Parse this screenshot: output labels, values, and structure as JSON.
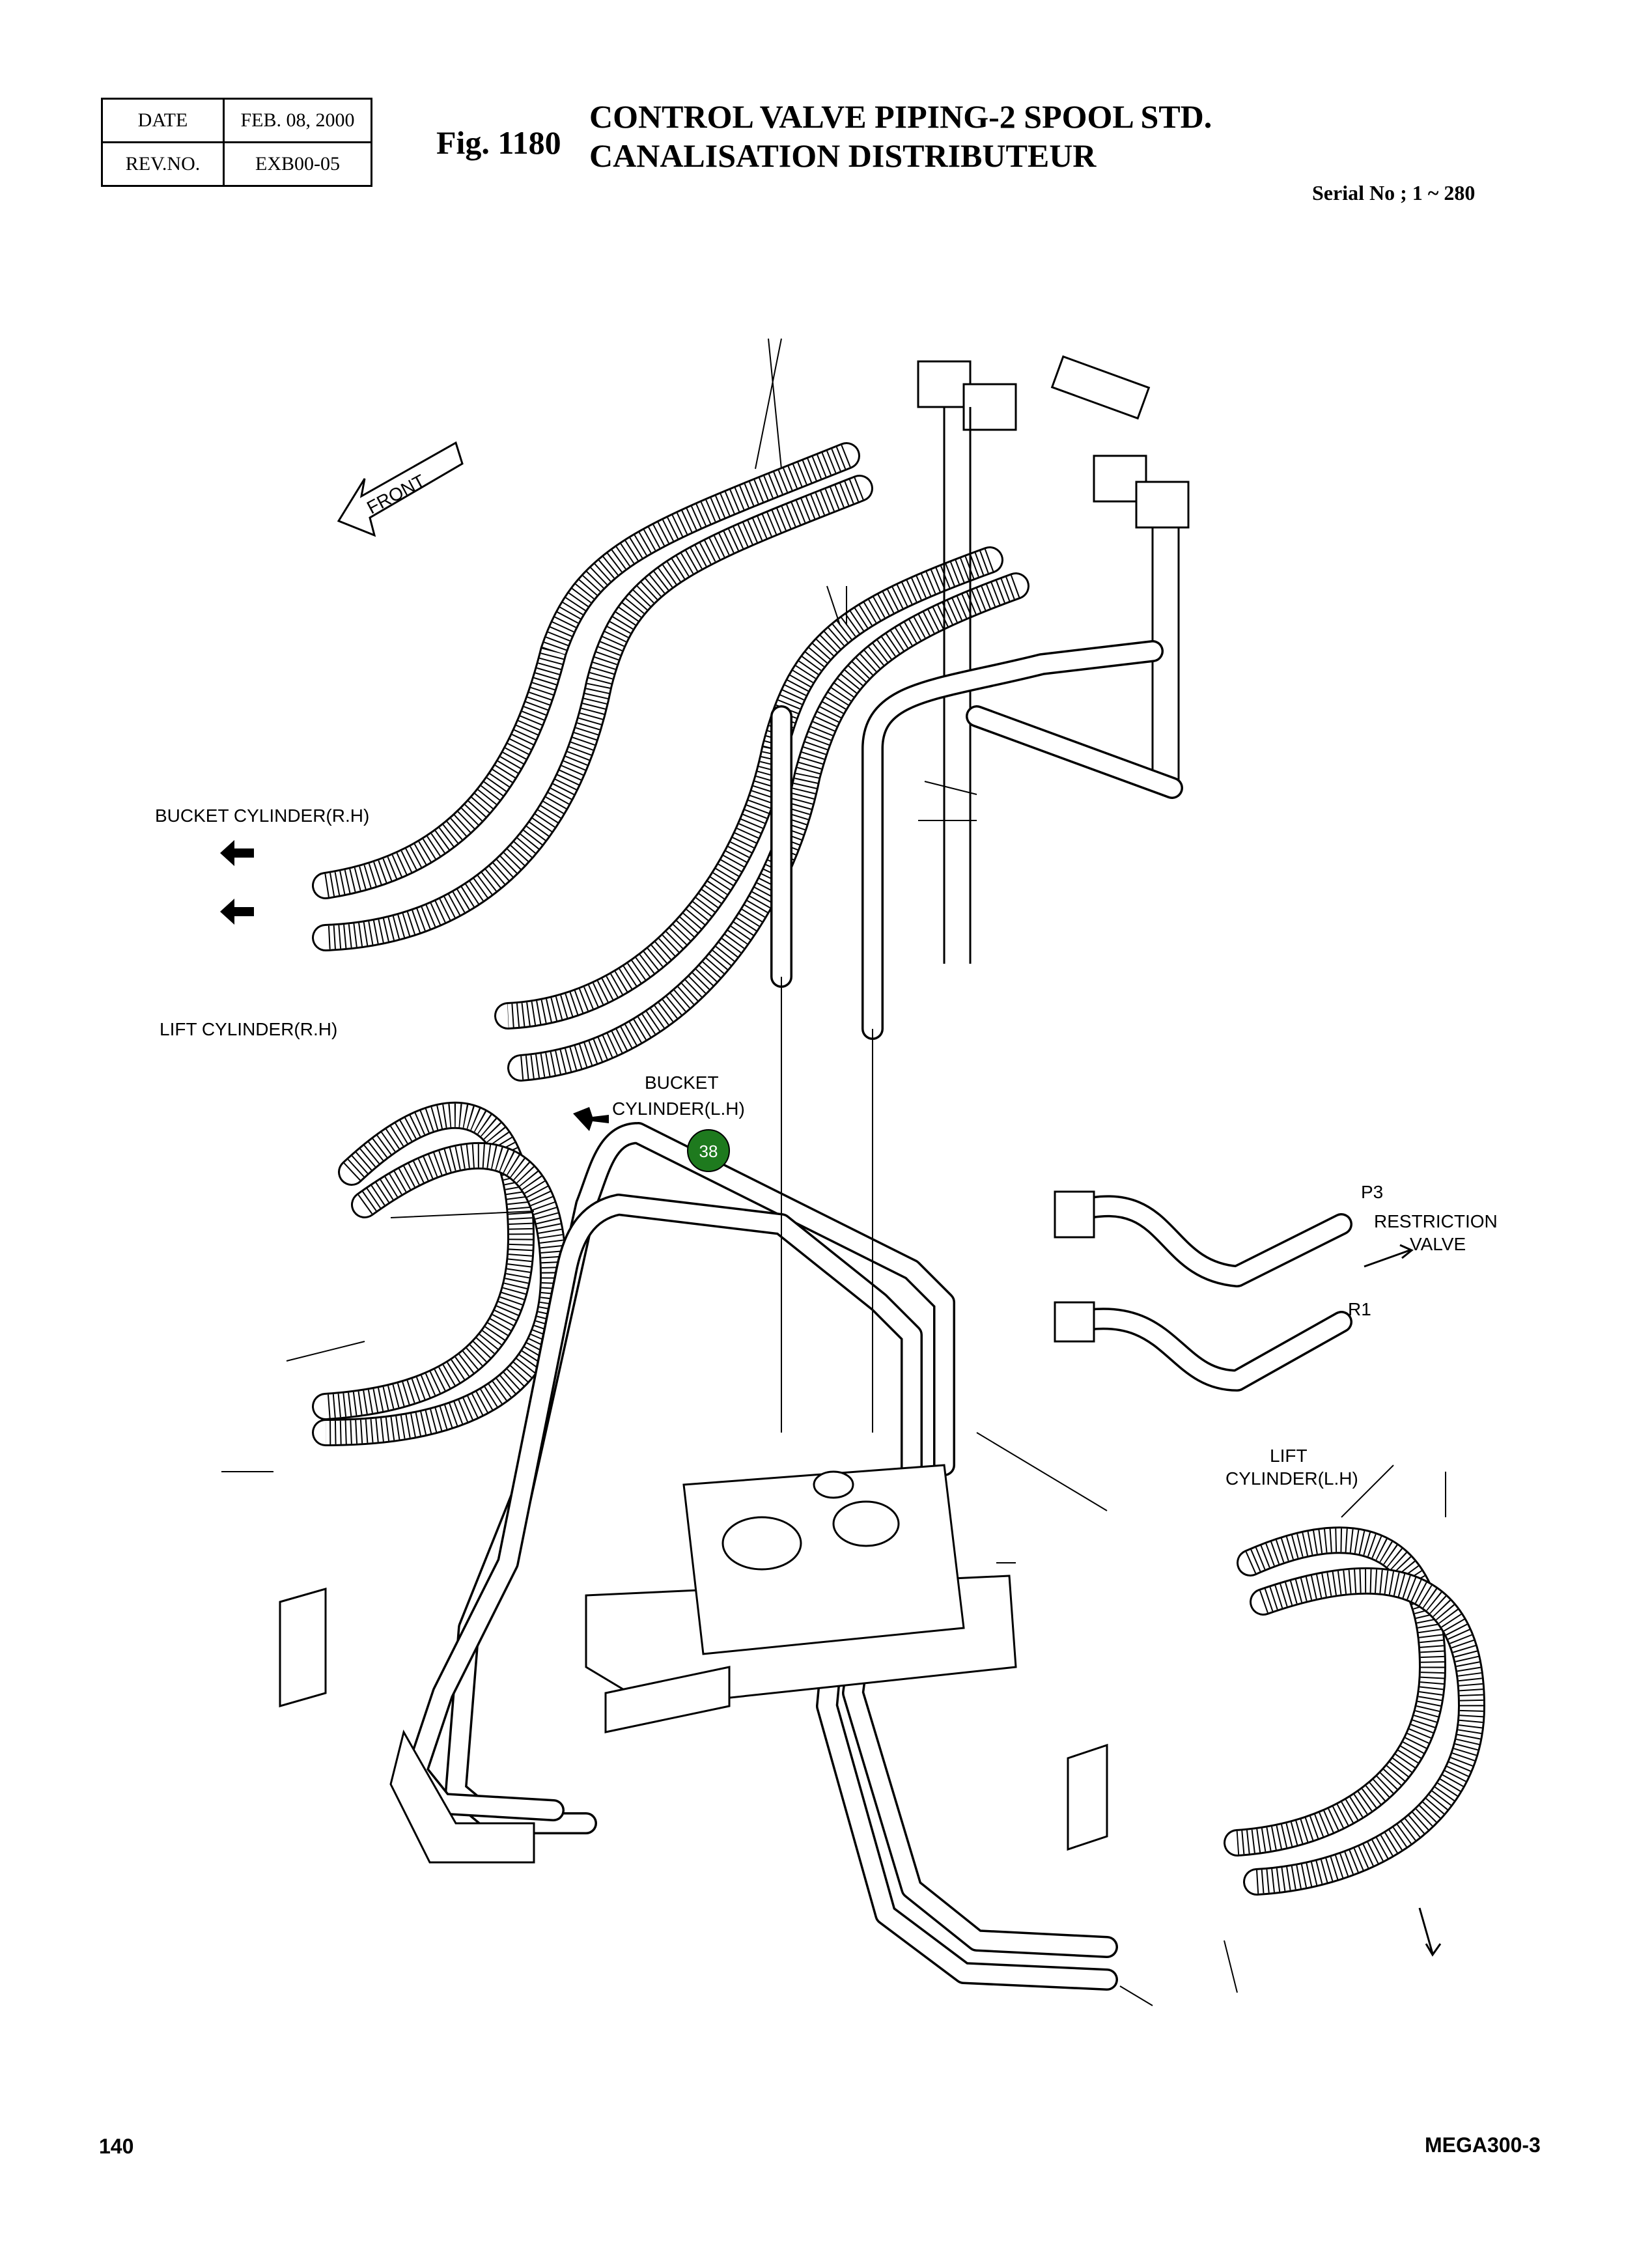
{
  "header": {
    "date_label": "DATE",
    "date_value": "FEB. 08, 2000",
    "rev_label": "REV.NO.",
    "rev_value": "EXB00-05",
    "fig_label": "Fig. 1180",
    "title_en": "CONTROL VALVE PIPING-2 SPOOL STD.",
    "title_fr": "CANALISATION DISTRIBUTEUR",
    "serial": "Serial No ; 1 ~ 280"
  },
  "diagram": {
    "front_label": "FRONT",
    "labels": {
      "bucket_rh": "BUCKET CYLINDER(R.H)",
      "lift_rh": "LIFT CYLINDER(R.H)",
      "bucket_lh_1": "BUCKET",
      "bucket_lh_2": "CYLINDER(L.H)",
      "p3": "P3",
      "restriction_1": "RESTRICTION",
      "restriction_2": "VALVE",
      "r1": "R1",
      "lift_lh_1": "LIFT",
      "lift_lh_2": "CYLINDER(L.H)"
    },
    "callout": {
      "number": "38",
      "color": "#1e7a1e"
    }
  },
  "footer": {
    "page_number": "140",
    "model": "MEGA300-3"
  }
}
